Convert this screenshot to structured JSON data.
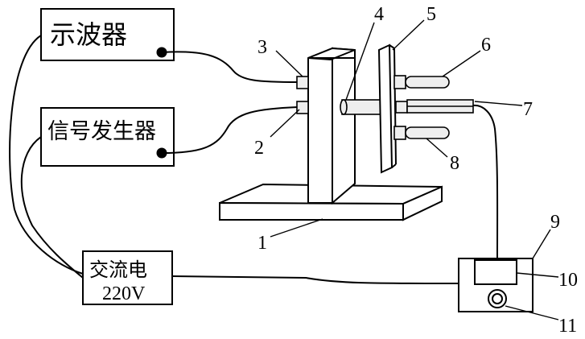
{
  "boxes": {
    "oscilloscope": "示波器",
    "signal_generator": "信号发生器",
    "ac_power_line1": "交流电",
    "ac_power_line2": "220V"
  },
  "part_numbers": {
    "n1": "1",
    "n2": "2",
    "n3": "3",
    "n4": "4",
    "n5": "5",
    "n6": "6",
    "n7": "7",
    "n8": "8",
    "n9": "9",
    "n10": "10",
    "n11": "11"
  }
}
